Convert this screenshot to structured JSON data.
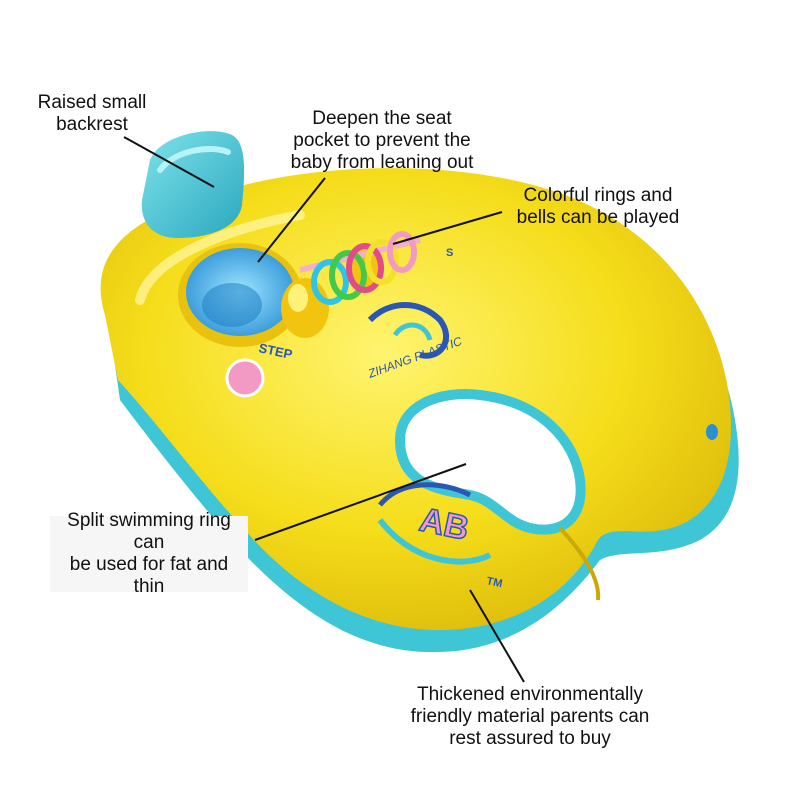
{
  "annotations": {
    "backrest": [
      "Raised small",
      "backrest"
    ],
    "seat_pocket": [
      "Deepen the seat",
      "pocket to prevent the",
      "baby from leaning out"
    ],
    "rings": [
      "Colorful rings and",
      "bells can be played"
    ],
    "split_ring": [
      "Split swimming ring can",
      "be used for fat and thin"
    ],
    "material": [
      "Thickened environmentally",
      "friendly material parents can",
      "rest assured to buy"
    ]
  },
  "product_print": {
    "brand": "ZIHANG PLASTIC",
    "step": "STEP",
    "ab": "AB",
    "tm": "TM",
    "s": "S"
  },
  "colors": {
    "float_yellow": "#f5dd1a",
    "float_shadow": "#d9b90a",
    "base_cyan": "#3fc6d6",
    "seat_blue": "#3aa7e8",
    "pink": "#f29ac4",
    "text_blue": "#2a57b3"
  }
}
